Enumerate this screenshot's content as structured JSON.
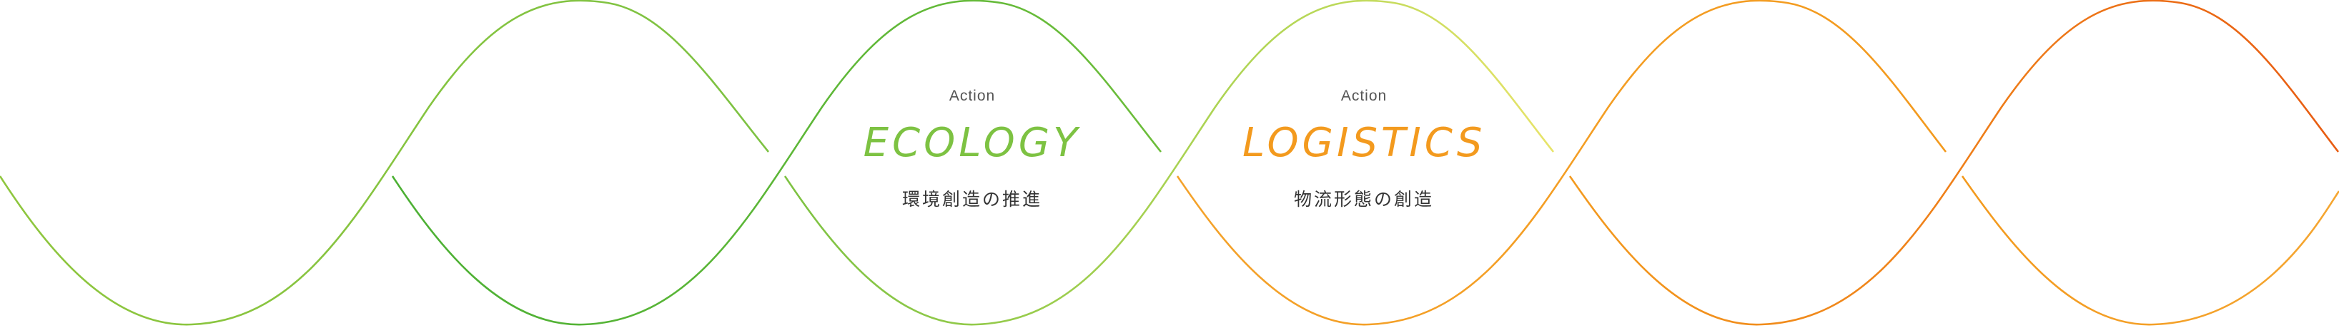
{
  "colors": {
    "ecology": "#7dc242",
    "ecology_deep": "#4cb034",
    "bridge": "#dbe26a",
    "logistics": "#f39a1e",
    "logistics_deep": "#ea6a12"
  },
  "actions": [
    {
      "kicker": "Action",
      "title": "ECOLOGY",
      "subtitle": "環境創造の推進"
    },
    {
      "kicker": "Action",
      "title": "LOGISTICS",
      "subtitle": "物流形態の創造"
    }
  ]
}
